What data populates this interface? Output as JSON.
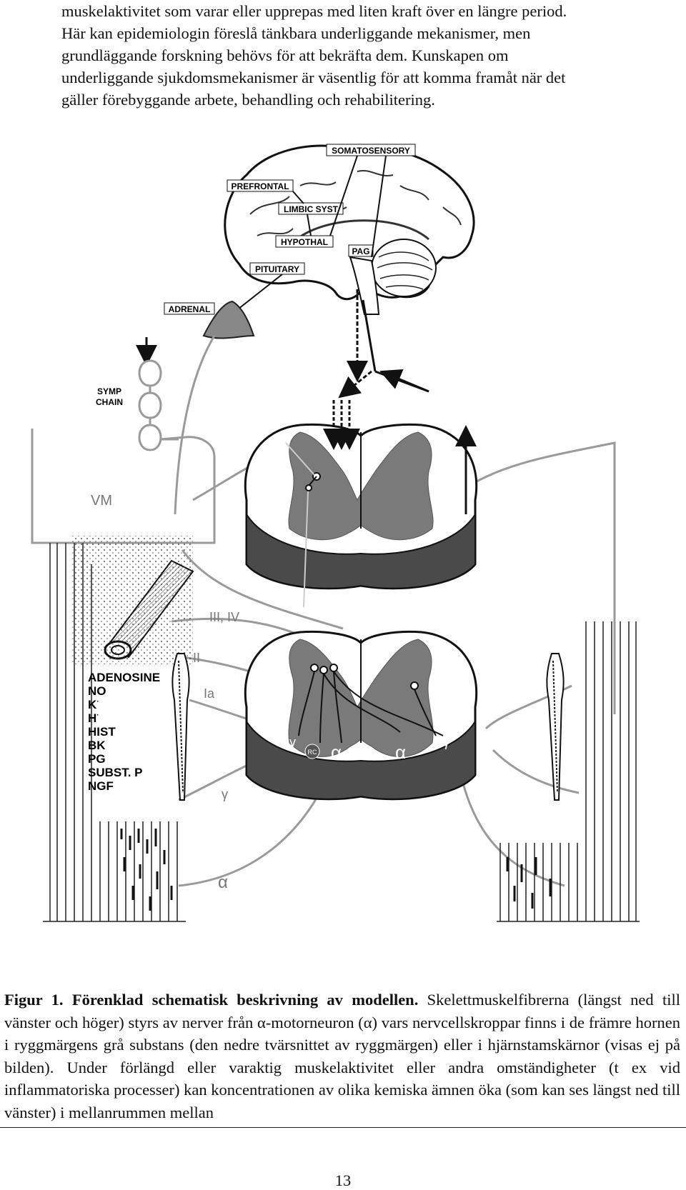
{
  "intro": {
    "lines": [
      "muskelaktivitet som varar eller upprepas med liten kraft över en längre period.",
      "Här kan epidemiologin föreslå tänkbara underliggande mekanismer, men",
      "grundläggande forskning behövs för att bekräfta dem. Kunskapen om",
      "underliggande sjukdomsmekanismer är väsentlig för att komma framåt när det",
      "gäller förebyggande arbete, behandling och rehabilitering."
    ]
  },
  "figure": {
    "labels": {
      "somatosensory": "SOMATOSENSORY",
      "prefrontal": "PREFRONTAL",
      "limbic": "LIMBIC SYST",
      "hypothal": "HYPOTHAL",
      "pag": "PAG",
      "pituitary": "PITUITARY",
      "adrenal": "ADRENAL",
      "symp_chain_1": "SYMP",
      "symp_chain_2": "CHAIN",
      "vm": "VM",
      "iii_iv": "III, IV",
      "ii": "II",
      "ia": "Ia",
      "gamma_nerve": "γ",
      "alpha_nerve": "α",
      "gamma_left": "γ",
      "gamma_right": "γ",
      "alpha_left": "α",
      "alpha_right": "α",
      "rc": "RC"
    },
    "substances": [
      "ADENOSINE",
      "NO",
      "K",
      "H",
      "HIST",
      "BK",
      "PG",
      "SUBST. P",
      "NGF"
    ]
  },
  "caption": {
    "title": "Figur 1. Förenklad schematisk beskrivning av modellen.",
    "lines": [
      " Skelettmuskelfibrerna (längst ned",
      "till vänster och höger) styrs av nerver från α-motorneuron (α) vars nervcellskroppar finns i de",
      "främre hornen i ryggmärgens grå substans (den nedre tvärsnittet av ryggmärgen) eller i",
      "hjärnstamskärnor (visas ej på bilden). Under förlängd eller varaktig muskelaktivitet eller",
      "andra omständigheter (t ex vid inflammatoriska processer) kan koncentrationen av olika",
      "kemiska ämnen öka (som kan ses längst ned till vänster) i mellanrummen mellan"
    ]
  },
  "page_number": "13"
}
